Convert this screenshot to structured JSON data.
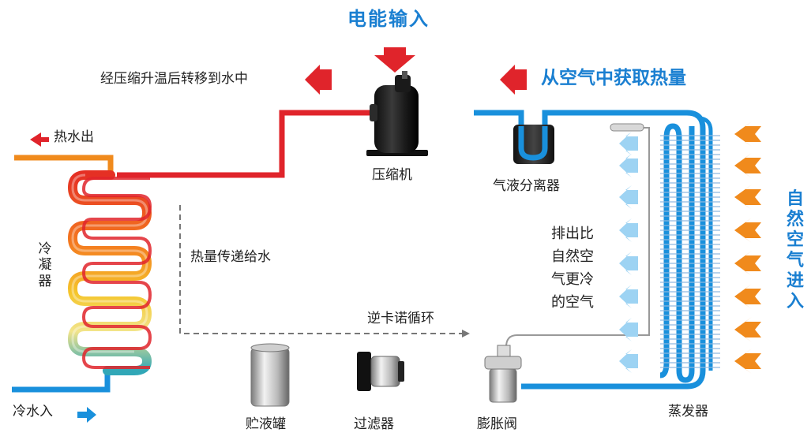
{
  "labels": {
    "power_input": "电能输入",
    "compress_heat": "经压缩升温后转移到水中",
    "absorb_air": "从空气中获取热量",
    "hot_water_out": "热水出",
    "cold_water_in": "冷水入",
    "condenser": "冷凝器",
    "compressor": "压缩机",
    "separator": "气液分离器",
    "heat_transfer": "热量传递给水",
    "reverse_carnot": "逆卡诺循环",
    "colder_air_line1": "排出比",
    "colder_air_line2": "自然空",
    "colder_air_line3": "气更冷",
    "colder_air_line4": "的空气",
    "natural_air_in": "自然空气进入",
    "receiver": "贮液罐",
    "filter": "过滤器",
    "expansion_valve": "膨胀阀",
    "evaporator": "蒸发器"
  },
  "colors": {
    "hot": "#e0242b",
    "cold": "#1990dc",
    "orange": "#f08a1c",
    "title_blue": "#1a7fd1",
    "light_blue_arrow": "#9dd3f3",
    "dark_component": "#1c1c1c"
  }
}
